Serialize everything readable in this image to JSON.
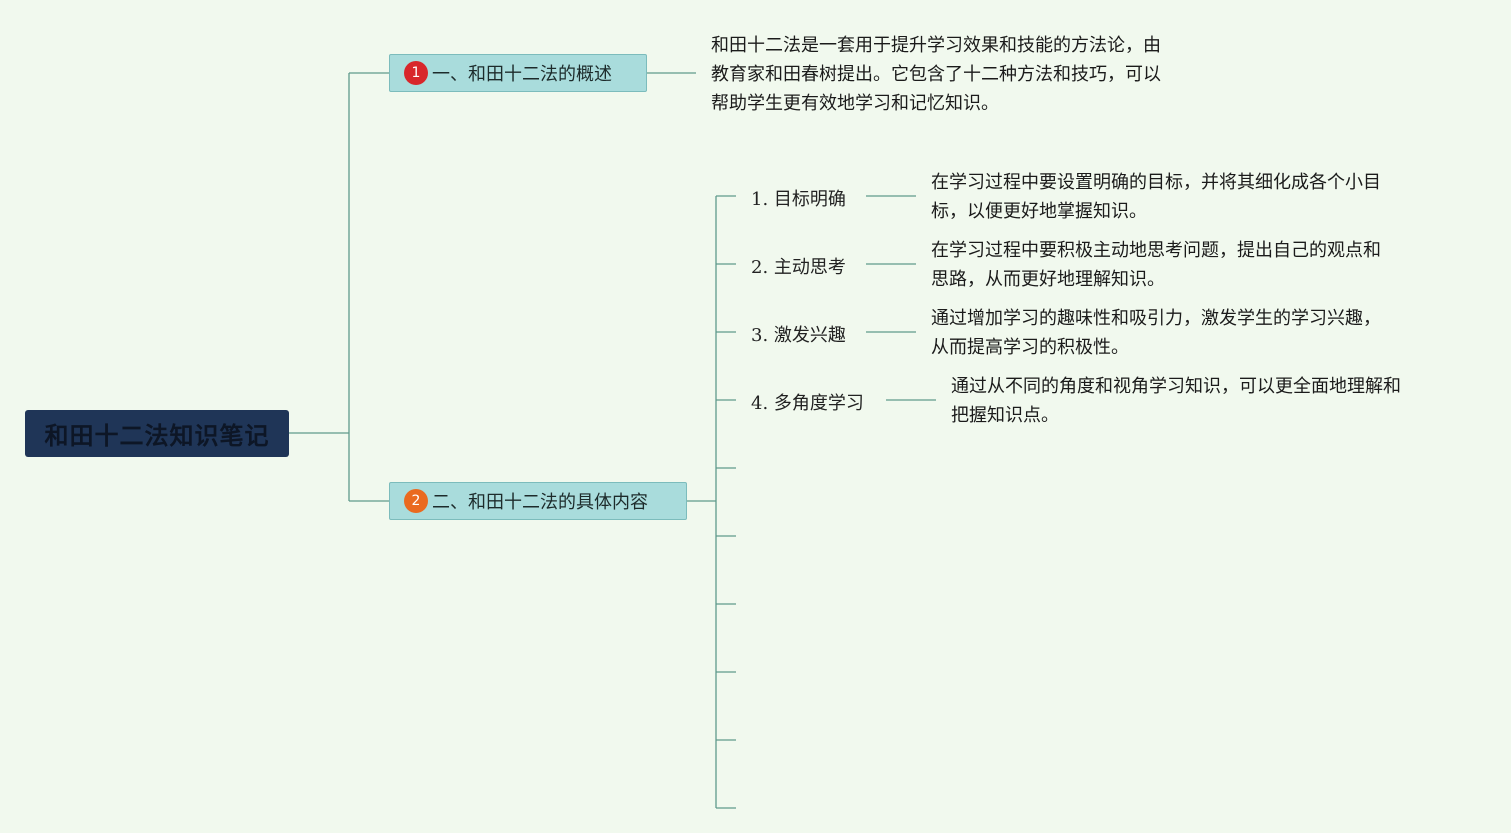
{
  "mindmap": {
    "root": {
      "label": "和田十二法知识笔记"
    },
    "branches": [
      {
        "badge": "1",
        "label": "一、和田十二法的概述",
        "description": [
          "和田十二法是一套用于提升学习效果和技能的方法论，由",
          "教育家和田春树提出。它包含了十二种方法和技巧，可以",
          "帮助学生更有效地学习和记忆知识。"
        ]
      },
      {
        "badge": "2",
        "label": "二、和田十二法的具体内容",
        "items": [
          {
            "number": "1.",
            "label": "目标明确",
            "description": [
              "在学习过程中要设置明确的目标，并将其细化成各个小目",
              "标，以便更好地掌握知识。"
            ]
          },
          {
            "number": "2.",
            "label": "主动思考",
            "description": [
              "在学习过程中要积极主动地思考问题，提出自己的观点和",
              "思路，从而更好地理解知识。"
            ]
          },
          {
            "number": "3.",
            "label": "激发兴趣",
            "description": [
              "通过增加学习的趣味性和吸引力，激发学生的学习兴趣，",
              "从而提高学习的积极性。"
            ]
          },
          {
            "number": "4.",
            "label": "多角度学习",
            "description": [
              "通过从不同的角度和视角学习知识，可以更全面地理解和",
              "把握知识点。"
            ]
          }
        ]
      }
    ]
  },
  "colors": {
    "background": "#f1f9ee",
    "root_fill": "#1f3557",
    "branch_fill": "#a9dcdc",
    "connector": "#5f9a8c",
    "badge_1": "#d8262b",
    "badge_2": "#ea6a1f"
  }
}
